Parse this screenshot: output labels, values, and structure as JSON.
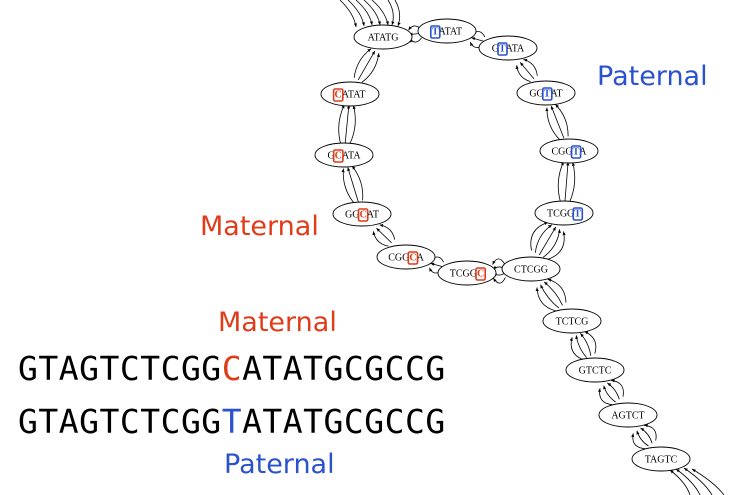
{
  "labels": {
    "paternal_top": "Paternal",
    "maternal_left": "Maternal",
    "maternal_seq": "Maternal",
    "paternal_seq": "Paternal"
  },
  "sequences": {
    "maternal": {
      "prefix": "GTAGTCTCGG",
      "variant": "C",
      "suffix": "ATATGCGCCG"
    },
    "paternal": {
      "prefix": "GTAGTCTCGG",
      "variant": "T",
      "suffix": "ATATGCGCCG"
    }
  },
  "colors": {
    "maternal": "#e03c1a",
    "paternal": "#2a52cf"
  },
  "nodes": [
    {
      "id": "atatg",
      "pre": "ATATG",
      "hl": "",
      "post": "",
      "allele": "shared"
    },
    {
      "id": "tatat",
      "pre": "",
      "hl": "T",
      "post": "ATAT",
      "allele": "paternal"
    },
    {
      "id": "gtata",
      "pre": "G",
      "hl": "T",
      "post": "ATA",
      "allele": "paternal"
    },
    {
      "id": "catat",
      "pre": "",
      "hl": "C",
      "post": "ATAT",
      "allele": "maternal"
    },
    {
      "id": "ggtat",
      "pre": "GG",
      "hl": "T",
      "post": "AT",
      "allele": "paternal"
    },
    {
      "id": "gcata",
      "pre": "G",
      "hl": "C",
      "post": "ATA",
      "allele": "maternal"
    },
    {
      "id": "cggta",
      "pre": "CGG",
      "hl": "T",
      "post": "A",
      "allele": "paternal"
    },
    {
      "id": "ggcat",
      "pre": "GG",
      "hl": "C",
      "post": "AT",
      "allele": "maternal"
    },
    {
      "id": "tcggt",
      "pre": "TCGG",
      "hl": "T",
      "post": "",
      "allele": "paternal"
    },
    {
      "id": "cggca",
      "pre": "CGG",
      "hl": "C",
      "post": "A",
      "allele": "maternal"
    },
    {
      "id": "tcggc",
      "pre": "TCGG",
      "hl": "C",
      "post": "",
      "allele": "maternal"
    },
    {
      "id": "ctcgg",
      "pre": "CTCGG",
      "hl": "",
      "post": "",
      "allele": "shared"
    },
    {
      "id": "tctcg",
      "pre": "TCTCG",
      "hl": "",
      "post": "",
      "allele": "shared"
    },
    {
      "id": "gtctc",
      "pre": "GTCTC",
      "hl": "",
      "post": "",
      "allele": "shared"
    },
    {
      "id": "agtct",
      "pre": "AGTCT",
      "hl": "",
      "post": "",
      "allele": "shared"
    },
    {
      "id": "tagtc",
      "pre": "TAGTC",
      "hl": "",
      "post": "",
      "allele": "shared"
    }
  ],
  "edges": [
    {
      "from": "tagtc",
      "to": "agtct",
      "count": 4
    },
    {
      "from": "agtct",
      "to": "gtctc",
      "count": 4
    },
    {
      "from": "gtctc",
      "to": "tctcg",
      "count": 4
    },
    {
      "from": "tctcg",
      "to": "ctcgg",
      "count": 4
    },
    {
      "from": "ctcgg",
      "to": "tcggc",
      "count": 4
    },
    {
      "from": "ctcgg",
      "to": "tcggt",
      "count": 5
    },
    {
      "from": "tcggc",
      "to": "cggca",
      "count": 3
    },
    {
      "from": "cggca",
      "to": "ggcat",
      "count": 3
    },
    {
      "from": "ggcat",
      "to": "gcata",
      "count": 3
    },
    {
      "from": "gcata",
      "to": "catat",
      "count": 3
    },
    {
      "from": "catat",
      "to": "atatg",
      "count": 3
    },
    {
      "from": "tcggt",
      "to": "cggta",
      "count": 3
    },
    {
      "from": "cggta",
      "to": "ggtat",
      "count": 3
    },
    {
      "from": "ggtat",
      "to": "gtata",
      "count": 3
    },
    {
      "from": "gtata",
      "to": "tatat",
      "count": 3
    },
    {
      "from": "tatat",
      "to": "atatg",
      "count": 3
    }
  ]
}
